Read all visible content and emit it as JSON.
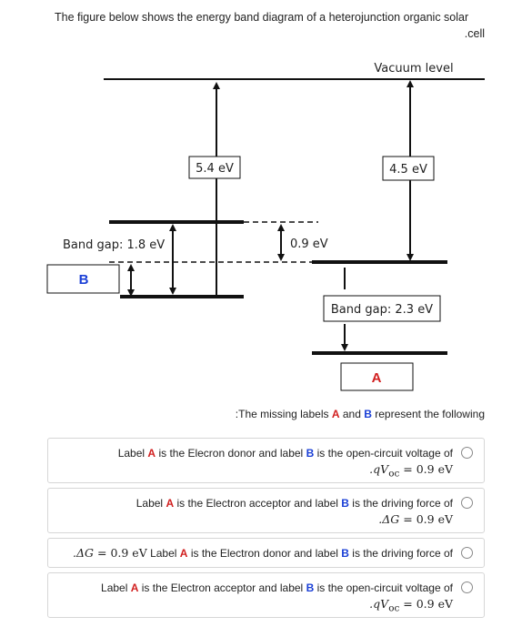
{
  "question": {
    "line1": "The figure below shows the energy band diagram of a heterojunction organic solar",
    "line2": ".cell"
  },
  "diagram": {
    "vacuum_level": "Vacuum level",
    "donor_ionization": "5.4 eV",
    "acceptor_affinity": "4.5 eV",
    "lumo_offset": "0.9 eV",
    "donor_band_gap": "Band gap: 1.8 eV",
    "acceptor_band_gap": "Band gap: 2.3 eV",
    "label_a": "A",
    "label_b": "B",
    "colors": {
      "label_a": "#d11f1f",
      "label_b": "#1a3fd6"
    }
  },
  "prompt": {
    "prefix": ":The missing labels",
    "a": "A",
    "and": "and",
    "b": "B",
    "suffix": "represent the following"
  },
  "options": [
    {
      "pre": "Label",
      "a": "A",
      "mid": "is the Elecron donor and label",
      "b": "B",
      "post": "is the open-circuit voltage of",
      "math_prefix": ".q",
      "math_var": "V",
      "math_sub": "oc",
      "math_value": "= 0.9 eV"
    },
    {
      "pre": "Label",
      "a": "A",
      "mid": "is the Electron acceptor and label",
      "b": "B",
      "post": "is the driving force of",
      "math_prefix": ".Δ",
      "math_var": "G",
      "math_value": "= 0.9 eV"
    },
    {
      "math_prefix": ".Δ",
      "math_var": "G",
      "math_value": "= 0.9 eV",
      "pre": "Label",
      "a": "A",
      "mid": "is the Electron donor and label",
      "b": "B",
      "post": "is the driving force of"
    },
    {
      "pre": "Label",
      "a": "A",
      "mid": "is the Electron acceptor and label",
      "b": "B",
      "post": "is the open-circuit voltage of",
      "math_prefix": ".q",
      "math_var": "V",
      "math_sub": "oc",
      "math_value": "= 0.9 eV"
    }
  ]
}
